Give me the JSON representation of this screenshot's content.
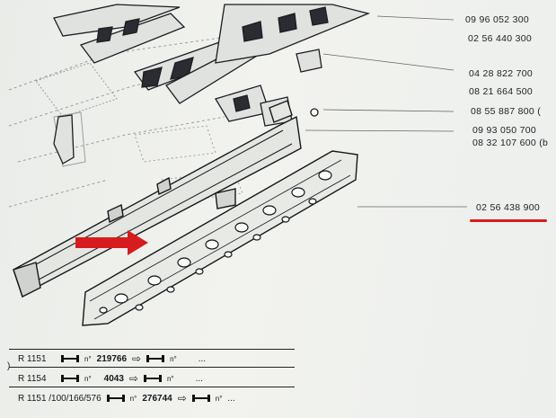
{
  "part_numbers": [
    "09 96 052 300",
    "02 56 440 300",
    "04 28 822 700",
    "08 21 664 500",
    "08 55 887 800 (",
    "09 93 050 700",
    "08 32 107 600 (b",
    "02 56 438 900"
  ],
  "highlighted_part_index": 7,
  "colors": {
    "highlight": "#d61c1c",
    "paper": "#eef0ec",
    "ink": "#1d1f24"
  },
  "table": {
    "rows": [
      {
        "model": "R 1151",
        "no": "n°",
        "serial": "219766",
        "arrow": "⇨",
        "no2": "n°",
        "tail": "..."
      },
      {
        "model": "R 1154",
        "no": "n°",
        "serial": "4043",
        "arrow": "⇨",
        "no2": "n°",
        "tail": "..."
      },
      {
        "model": "R 1151 /100/166/576",
        "no": "n°",
        "serial": "276744",
        "arrow": "⇨",
        "no2": "n°",
        "tail": "..."
      }
    ],
    "left_mark": ")"
  }
}
